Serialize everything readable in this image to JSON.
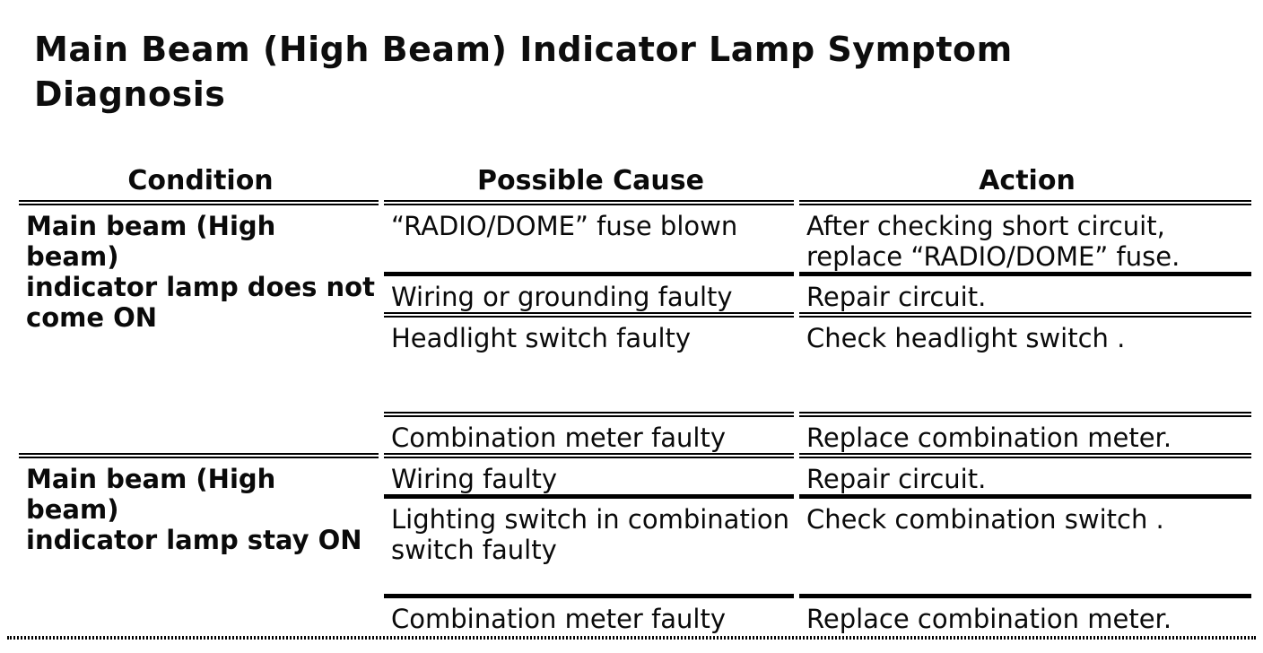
{
  "colors": {
    "text": "#0a0a0a",
    "background": "#ffffff",
    "rule": "#000000"
  },
  "title": "Main Beam (High Beam) Indicator Lamp Symptom\nDiagnosis",
  "table": {
    "headers": [
      "Condition",
      "Possible Cause",
      "Action"
    ],
    "groups": [
      {
        "condition": "Main beam (High beam)\nindicator lamp does not\ncome ON",
        "rows": [
          {
            "cause": "“RADIO/DOME” fuse blown",
            "action": "After checking short circuit,\nreplace “RADIO/DOME” fuse."
          },
          {
            "cause": "Wiring or grounding faulty",
            "action": "Repair circuit."
          },
          {
            "cause": "Headlight switch faulty",
            "action": "Check headlight switch ."
          },
          {
            "cause": "Combination meter faulty",
            "action": "Replace combination meter."
          }
        ]
      },
      {
        "condition": "Main beam (High beam)\nindicator lamp stay ON",
        "rows": [
          {
            "cause": "Wiring faulty",
            "action": "Repair circuit."
          },
          {
            "cause": "Lighting switch in combination\nswitch faulty",
            "action": "Check combination switch ."
          },
          {
            "cause": "Combination meter faulty",
            "action": "Replace combination meter."
          }
        ]
      }
    ]
  }
}
